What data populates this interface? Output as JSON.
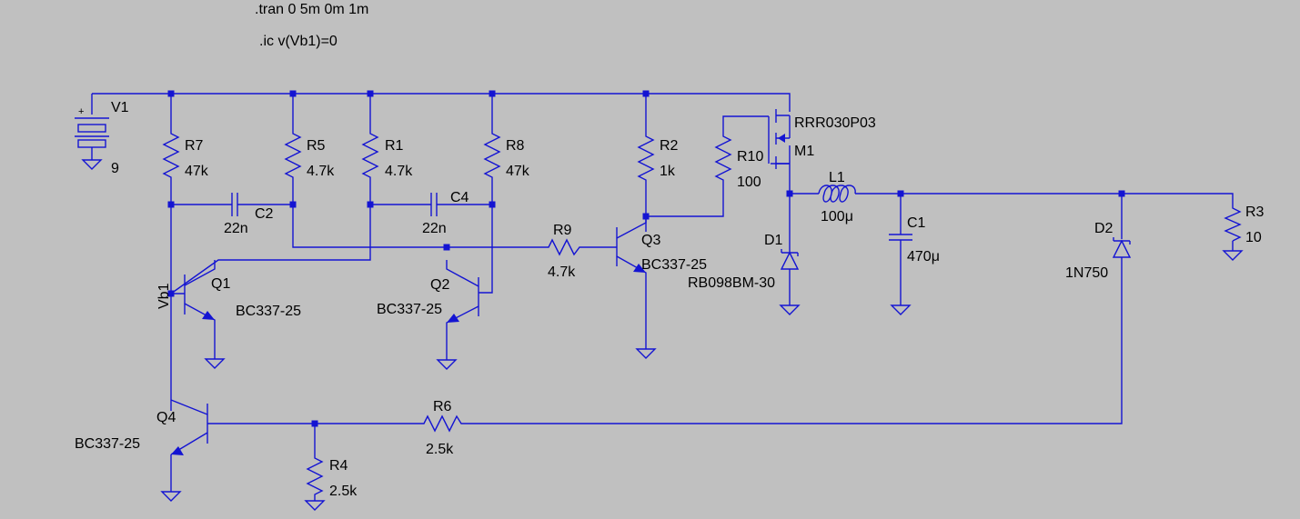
{
  "directives": {
    "tran": ".tran 0 5m 0m 1m",
    "ic": ".ic v(Vb1)=0"
  },
  "net_label": "Vb1",
  "components": {
    "V1": {
      "name": "V1",
      "value": "9"
    },
    "R7": {
      "name": "R7",
      "value": "47k"
    },
    "R5": {
      "name": "R5",
      "value": "4.7k"
    },
    "R1": {
      "name": "R1",
      "value": "4.7k"
    },
    "R8": {
      "name": "R8",
      "value": "47k"
    },
    "R2": {
      "name": "R2",
      "value": "1k"
    },
    "R10": {
      "name": "R10",
      "value": "100"
    },
    "M1": {
      "name": "M1",
      "value": "RRR030P03"
    },
    "L1": {
      "name": "L1",
      "value": "100μ"
    },
    "C1": {
      "name": "C1",
      "value": "470μ"
    },
    "R3": {
      "name": "R3",
      "value": "10"
    },
    "D1": {
      "name": "D1",
      "value": "RB098BM-30"
    },
    "D2": {
      "name": "D2",
      "value": "1N750"
    },
    "C2": {
      "name": "C2",
      "value": "22n"
    },
    "C4": {
      "name": "C4",
      "value": "22n"
    },
    "R9": {
      "name": "R9",
      "value": "4.7k"
    },
    "Q1": {
      "name": "Q1",
      "value": "BC337-25"
    },
    "Q2": {
      "name": "Q2",
      "value": "BC337-25"
    },
    "Q3": {
      "name": "Q3",
      "value": "BC337-25"
    },
    "Q4": {
      "name": "Q4",
      "value": "BC337-25"
    },
    "R6": {
      "name": "R6",
      "value": "2.5k"
    },
    "R4": {
      "name": "R4",
      "value": "2.5k"
    }
  },
  "colors": {
    "background": "#c0c0c0",
    "wire": "#1414d2",
    "text": "#000000"
  }
}
